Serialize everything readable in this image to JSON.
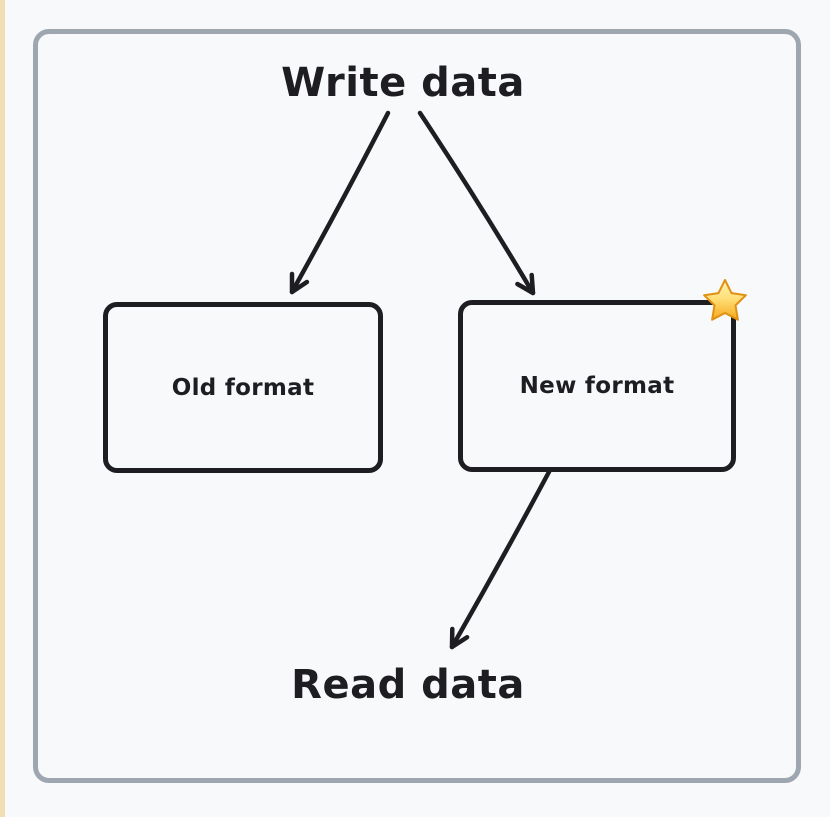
{
  "app": {
    "background_color": "#f8f9fb",
    "frame_border_color": "#9ea6b0",
    "left_edge_accent_color": "#f3ddb2"
  },
  "diagram": {
    "stroke_color": "#1d1d22",
    "title": "Write data",
    "footer": "Read data",
    "nodes": [
      {
        "id": "old-format",
        "label": "Old format"
      },
      {
        "id": "new-format",
        "label": "New format",
        "badge": "star-icon"
      }
    ],
    "edges": [
      {
        "from": "write-data-label",
        "to": "old-format-box"
      },
      {
        "from": "write-data-label",
        "to": "new-format-box"
      },
      {
        "from": "new-format-box",
        "to": "read-data-label"
      }
    ],
    "star_colors": {
      "fill_light": "#ffee9c",
      "fill_dark": "#f6a81c",
      "outline": "#e09112"
    }
  }
}
